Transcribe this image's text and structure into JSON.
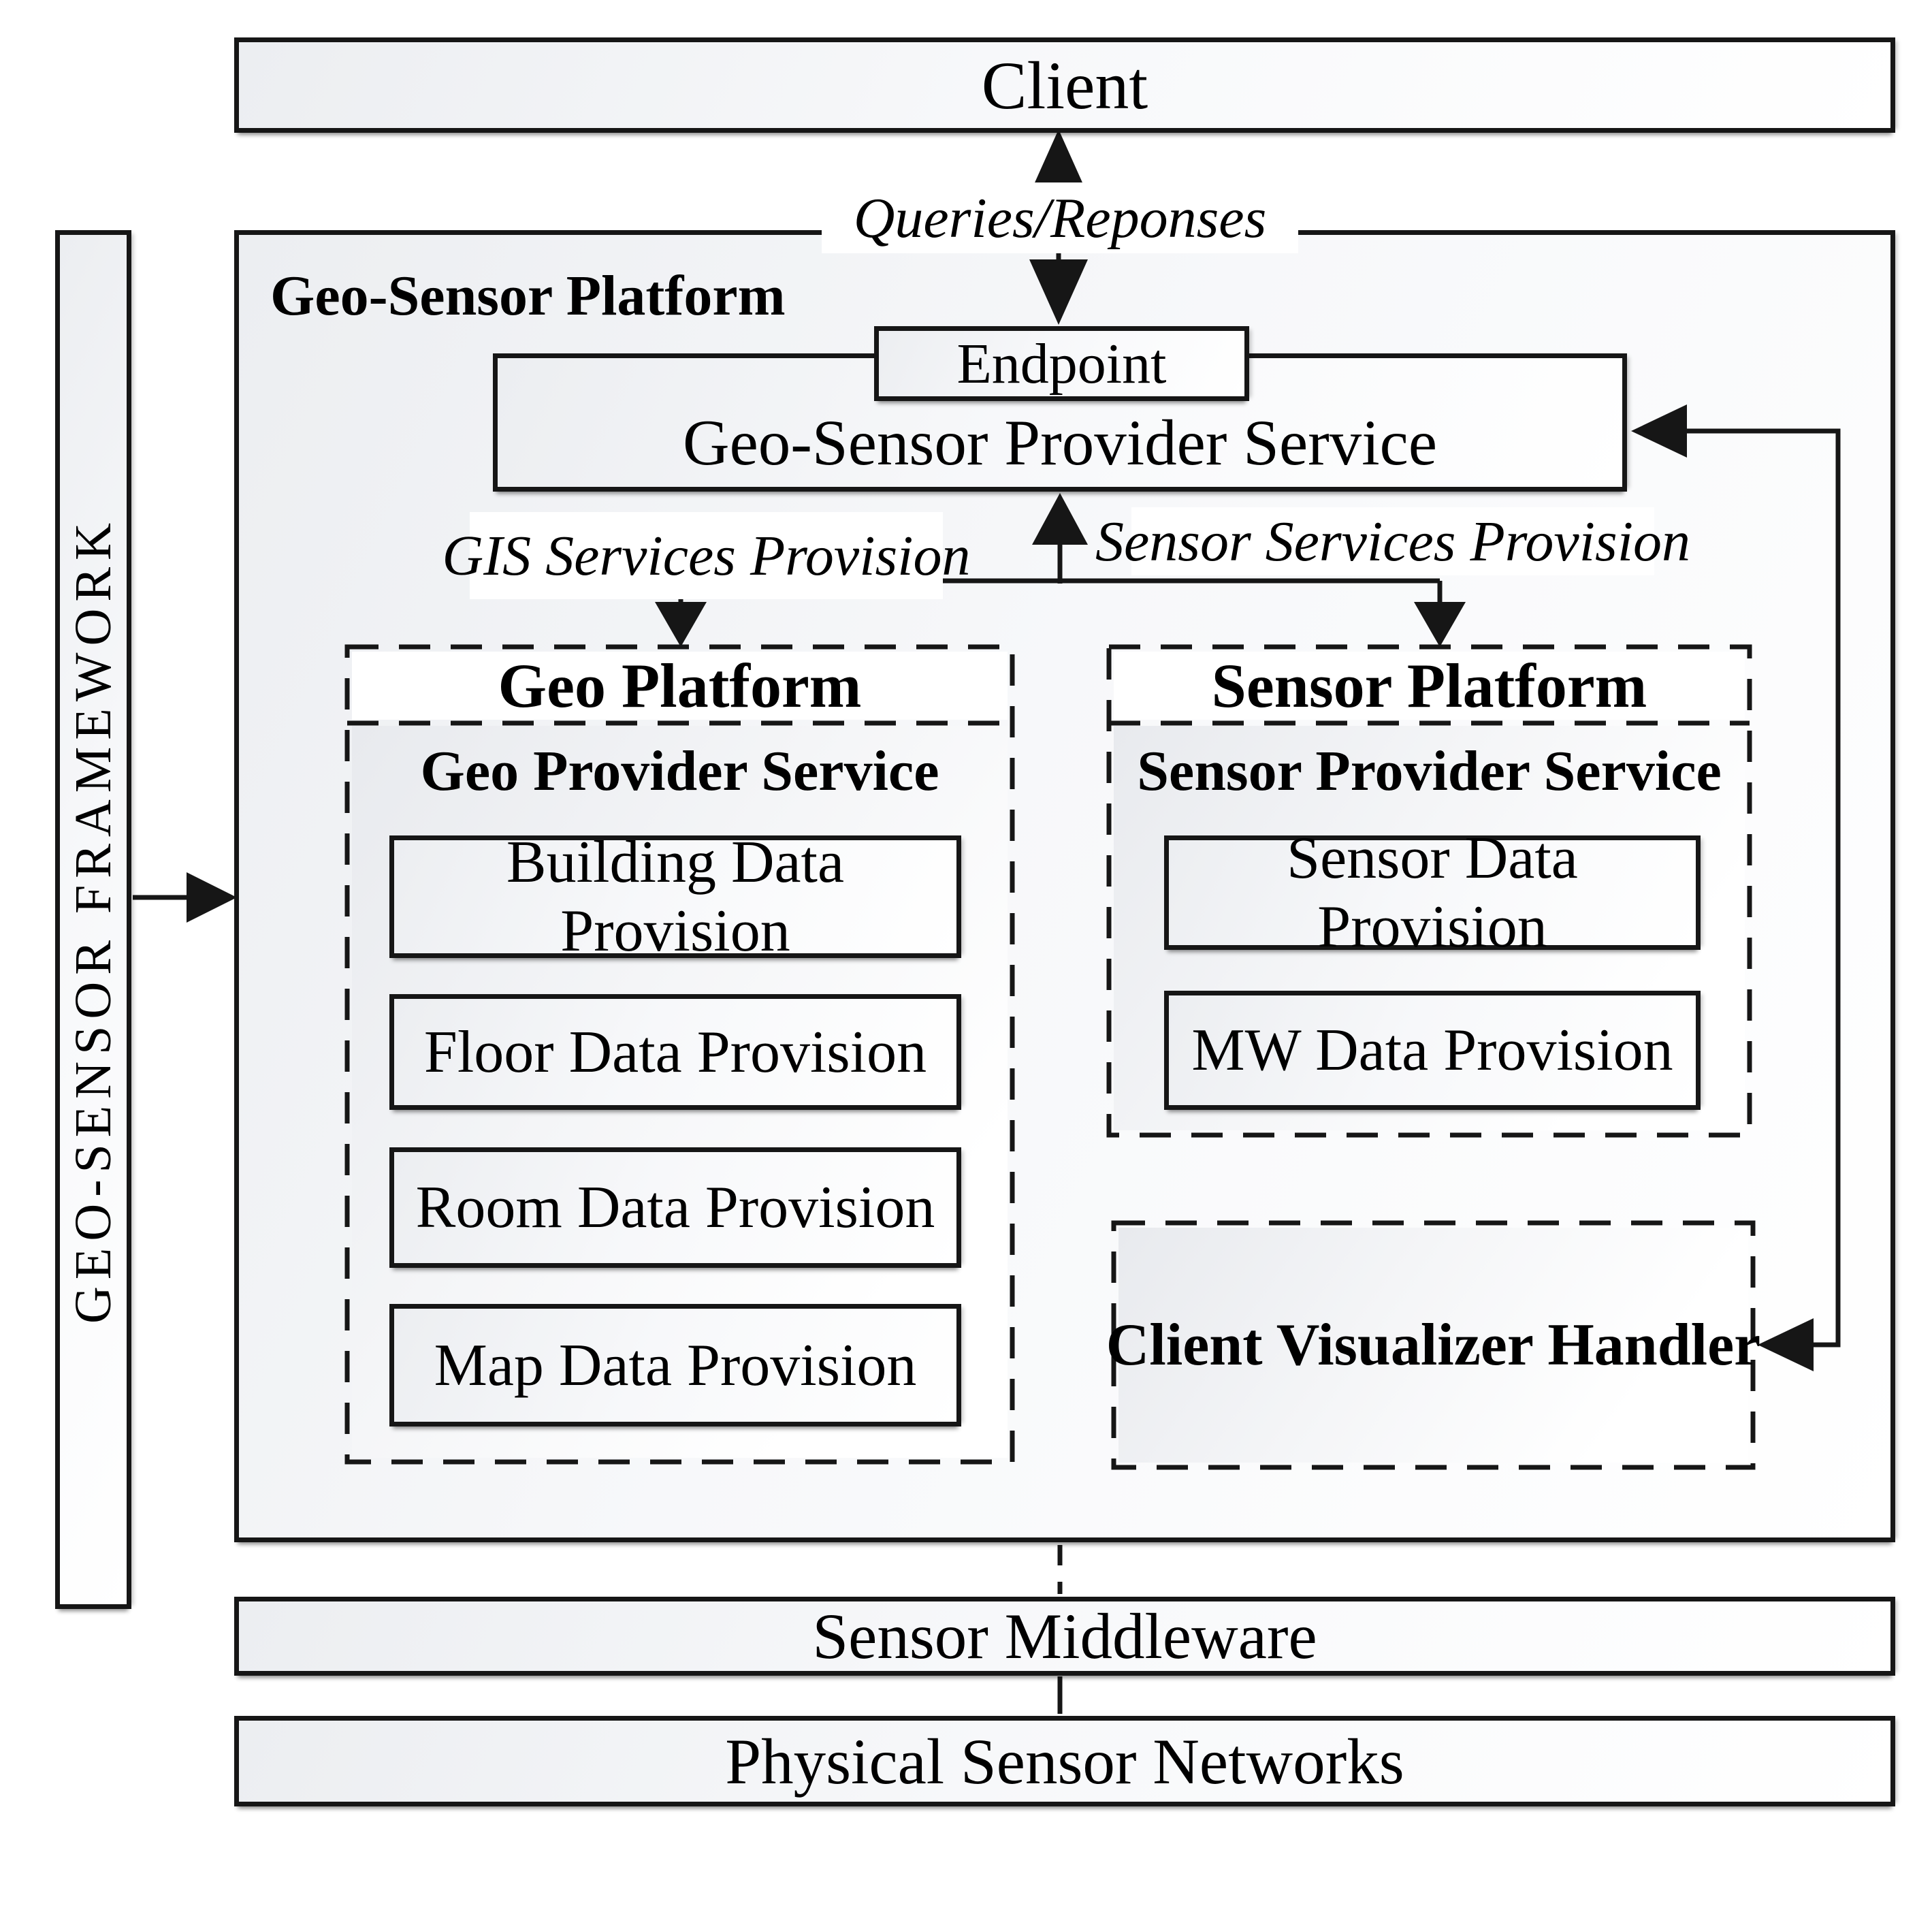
{
  "figure": {
    "client_label": "Client",
    "queries_label": "Queries/Reponses",
    "platform_title": "Geo-Sensor Platform",
    "endpoint_label": "Endpoint",
    "provider_service_label": "Geo-Sensor Provider Service",
    "gis_provision_label": "GIS Services Provision",
    "sensor_provision_label": "Sensor Services Provision",
    "framework_label": "GEO-SENSOR FRAMEWORK",
    "geo_platform": {
      "title": "Geo Platform",
      "provider_title": "Geo Provider Service",
      "boxes": [
        "Building Data Provision",
        "Floor Data Provision",
        "Room Data Provision",
        "Map Data Provision"
      ]
    },
    "sensor_platform": {
      "title": "Sensor Platform",
      "provider_title": "Sensor Provider Service",
      "boxes": [
        "Sensor Data Provision",
        "MW Data Provision"
      ]
    },
    "client_visualizer_label": "Client Visualizer Handler",
    "middleware_label": "Sensor Middleware",
    "physical_label": "Physical Sensor Networks"
  },
  "colors": {
    "line": "#161616",
    "text": "#000000",
    "panel_gray": "#e8eaee",
    "background": "#ffffff"
  }
}
